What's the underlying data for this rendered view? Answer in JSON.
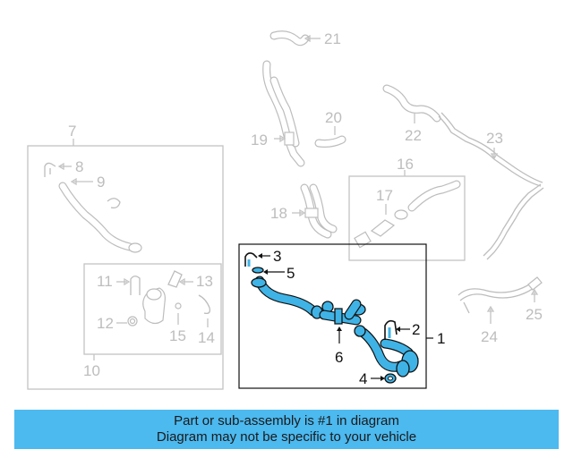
{
  "callouts": {
    "c1": "1",
    "c2": "2",
    "c3": "3",
    "c4": "4",
    "c5": "5",
    "c6": "6",
    "c7": "7",
    "c8": "8",
    "c9": "9",
    "c10": "10",
    "c11": "11",
    "c12": "12",
    "c13": "13",
    "c14": "14",
    "c15": "15",
    "c16": "16",
    "c17": "17",
    "c18": "18",
    "c19": "19",
    "c20": "20",
    "c21": "21",
    "c22": "22",
    "c23": "23",
    "c24": "24",
    "c25": "25"
  },
  "banner": {
    "line1": "Part or sub-assembly is #1 in diagram",
    "line2": "Diagram may not be specific to your vehicle"
  },
  "colors": {
    "highlight": "#3fb3e6",
    "banner": "#4cb9ef",
    "inactive": "#bdbdbd"
  }
}
